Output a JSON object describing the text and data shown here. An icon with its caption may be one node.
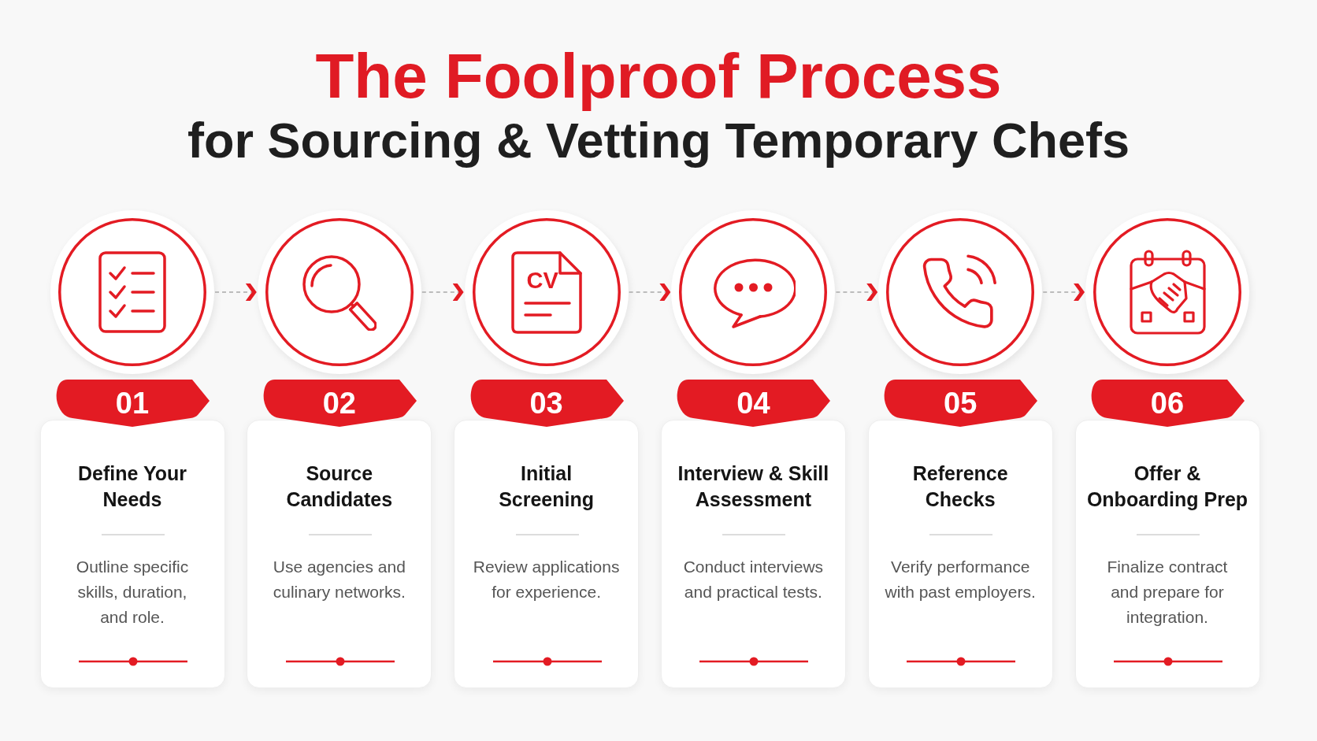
{
  "diagram": {
    "title": "The Foolproof Process",
    "nodes": [
      {
        "text": [],
        "shape": "circle"
      },
      {
        "text": [
          "01"
        ]
      },
      {
        "text": [
          "Define Your Needs",
          "Outline specific skills, duration, and role."
        ]
      },
      {
        "text": [],
        "shape": "circle"
      },
      {
        "text": [
          "02"
        ]
      },
      {
        "text": [
          "Source Candidates",
          "Use agencies and culinary networks."
        ]
      },
      {
        "text": [],
        "shape": "circle"
      },
      {
        "text": [
          "03"
        ]
      },
      {
        "text": [
          "Initial Screening",
          "Review applications for experience."
        ]
      },
      {
        "text": [],
        "shape": "circle"
      },
      {
        "text": [
          "04"
        ]
      },
      {
        "text": [
          "Interview & Skill Assessment",
          "Conduct interviews and practical tests."
        ]
      },
      {
        "text": [],
        "shape": "circle"
      },
      {
        "text": [
          "05"
        ]
      },
      {
        "text": [
          "Reference Checks",
          "Verify performance with past employers."
        ]
      },
      {
        "text": [],
        "shape": "circle"
      },
      {
        "text": [
          "06"
        ]
      },
      {
        "text": [
          "Offer & Onboarding Prep",
          "Finalize contract and prepare for integration."
        ]
      }
    ],
    "edges": [
      {
        "from": 0,
        "to": 3,
        "arrow": "to",
        "style": "dashed"
      },
      {
        "from": 3,
        "to": 6,
        "arrow": "to",
        "style": "dashed"
      },
      {
        "from": 6,
        "to": 9,
        "arrow": "to",
        "style": "dashed"
      },
      {
        "from": 9,
        "to": 12,
        "arrow": "to",
        "style": "dashed"
      },
      {
        "from": 12,
        "to": 15,
        "arrow": "to",
        "style": "dashed"
      }
    ],
    "labels": [
      "for Sourcing & Vetting Temporary Chefs",
      "CV"
    ]
  }
}
